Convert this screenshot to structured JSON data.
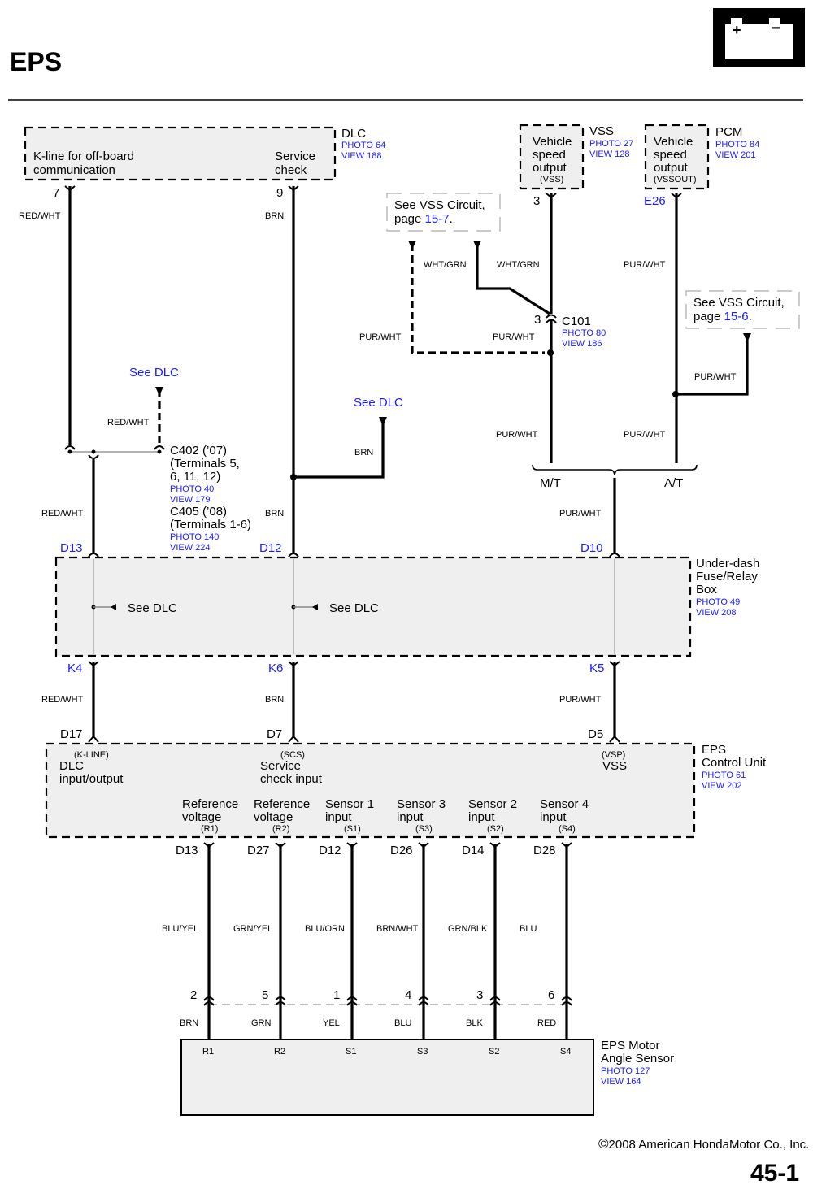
{
  "page": {
    "title": "EPS",
    "page_number": "45-1",
    "copyright_symbol": "©",
    "copyright": "2008 American HondaMotor Co., Inc.",
    "battery_icon": "battery-icon",
    "battery_plus": "+",
    "battery_minus": "−"
  },
  "components": {
    "dlc": {
      "name": "DLC",
      "photo": "PHOTO 64",
      "view": "VIEW 188",
      "pin_left_label_1": "K-line for off-board",
      "pin_left_label_2": "communication",
      "pin_right_label_1": "Service",
      "pin_right_label_2": "check",
      "pin_left": "7",
      "pin_right": "9"
    },
    "vss": {
      "name": "VSS",
      "photo": "PHOTO 27",
      "view": "VIEW 128",
      "label_1": "Vehicle",
      "label_2": "speed",
      "label_3": "output",
      "signal": "(VSS)",
      "pin": "3"
    },
    "pcm": {
      "name": "PCM",
      "photo": "PHOTO 84",
      "view": "VIEW 201",
      "label_1": "Vehicle",
      "label_2": "speed",
      "label_3": "output",
      "signal": "(VSSOUT)",
      "pin": "E26"
    },
    "c101": {
      "name": "C101",
      "photo": "PHOTO 80",
      "view": "VIEW 186",
      "pin": "3"
    },
    "c402": {
      "line1": "C402 (’07)",
      "line2": "(Terminals 5,",
      "line3": "6, 11, 12)",
      "photo": "PHOTO 40",
      "view": "VIEW 179"
    },
    "c405": {
      "line1": "C405 (’08)",
      "line2": "(Terminals 1-6)",
      "photo": "PHOTO 140",
      "view": "VIEW 224"
    },
    "fuse_box": {
      "name_1": "Under-dash",
      "name_2": "Fuse/Relay",
      "name_3": "Box",
      "photo": "PHOTO 49",
      "view": "VIEW 208",
      "pins_top": [
        "D13",
        "D12",
        "D10"
      ],
      "pins_bottom": [
        "K4",
        "K6",
        "K5"
      ],
      "see_dlc": "See DLC"
    },
    "eps_cu": {
      "name_1": "EPS",
      "name_2": "Control Unit",
      "photo": "PHOTO 61",
      "view": "VIEW 202",
      "pins_top": [
        "D17",
        "D7",
        "D5"
      ],
      "top_terminals": [
        {
          "signal": "(K-LINE)",
          "label_1": "DLC",
          "label_2": "input/output"
        },
        {
          "signal": "(SCS)",
          "label_1": "Service",
          "label_2": "check input"
        },
        {
          "signal": "(VSP)",
          "label_1": "VSS",
          "label_2": ""
        }
      ],
      "bottom_terminals": [
        {
          "label_1": "Reference",
          "label_2": "voltage",
          "signal": "(R1)",
          "pin": "D13"
        },
        {
          "label_1": "Reference",
          "label_2": "voltage",
          "signal": "(R2)",
          "pin": "D27"
        },
        {
          "label_1": "Sensor 1",
          "label_2": "input",
          "signal": "(S1)",
          "pin": "D12"
        },
        {
          "label_1": "Sensor 3",
          "label_2": "input",
          "signal": "(S3)",
          "pin": "D26"
        },
        {
          "label_1": "Sensor 2",
          "label_2": "input",
          "signal": "(S2)",
          "pin": "D14"
        },
        {
          "label_1": "Sensor 4",
          "label_2": "input",
          "signal": "(S4)",
          "pin": "D28"
        }
      ]
    },
    "motor_sensor": {
      "name_1": "EPS Motor",
      "name_2": "Angle Sensor",
      "photo": "PHOTO 127",
      "view": "VIEW 164",
      "terminals": [
        "R1",
        "R2",
        "S1",
        "S3",
        "S2",
        "S4"
      ]
    }
  },
  "sensor_wires": [
    {
      "upper_color": "BLU/YEL",
      "connector_pin": "2",
      "lower_color": "BRN"
    },
    {
      "upper_color": "GRN/YEL",
      "connector_pin": "5",
      "lower_color": "GRN"
    },
    {
      "upper_color": "BLU/ORN",
      "connector_pin": "1",
      "lower_color": "YEL"
    },
    {
      "upper_color": "BRN/WHT",
      "connector_pin": "4",
      "lower_color": "BLU"
    },
    {
      "upper_color": "GRN/BLK",
      "connector_pin": "3",
      "lower_color": "BLK"
    },
    {
      "upper_color": "BLU",
      "connector_pin": "6",
      "lower_color": "RED"
    }
  ],
  "wire_labels": {
    "dlc_kline": "RED/WHT",
    "dlc_scs": "BRN",
    "c402_branch": "RED/WHT",
    "kline_to_fuse": "RED/WHT",
    "scs_to_fuse": "BRN",
    "scs_branch": "BRN",
    "vss_left_wht_grn": "WHT/GRN",
    "vss_right_wht_grn": "WHT/GRN",
    "dashed_pur_wht": "PUR/WHT",
    "c101_pur_wht": "PUR/WHT",
    "pcm_pur_wht": "PUR/WHT",
    "vss_note_pur_wht": "PUR/WHT",
    "mt_pur_wht": "PUR/WHT",
    "at_pur_wht": "PUR/WHT",
    "vss_to_fuse": "PUR/WHT",
    "k4_wire": "RED/WHT",
    "k6_wire": "BRN",
    "k5_wire": "PUR/WHT"
  },
  "notes": {
    "see_dlc": "See DLC",
    "vss_note_left": {
      "text_1": "See VSS Circuit,",
      "text_2_prefix": "page ",
      "link": "15-7",
      "suffix": "."
    },
    "vss_note_right": {
      "text_1": "See VSS Circuit,",
      "text_2_prefix": "page ",
      "link": "15-6",
      "suffix": "."
    },
    "mt": "M/T",
    "at": "A/T"
  },
  "colors": {
    "link_blue": "#1a1aff",
    "box_fill": "#efefef",
    "wire": "#000000"
  }
}
